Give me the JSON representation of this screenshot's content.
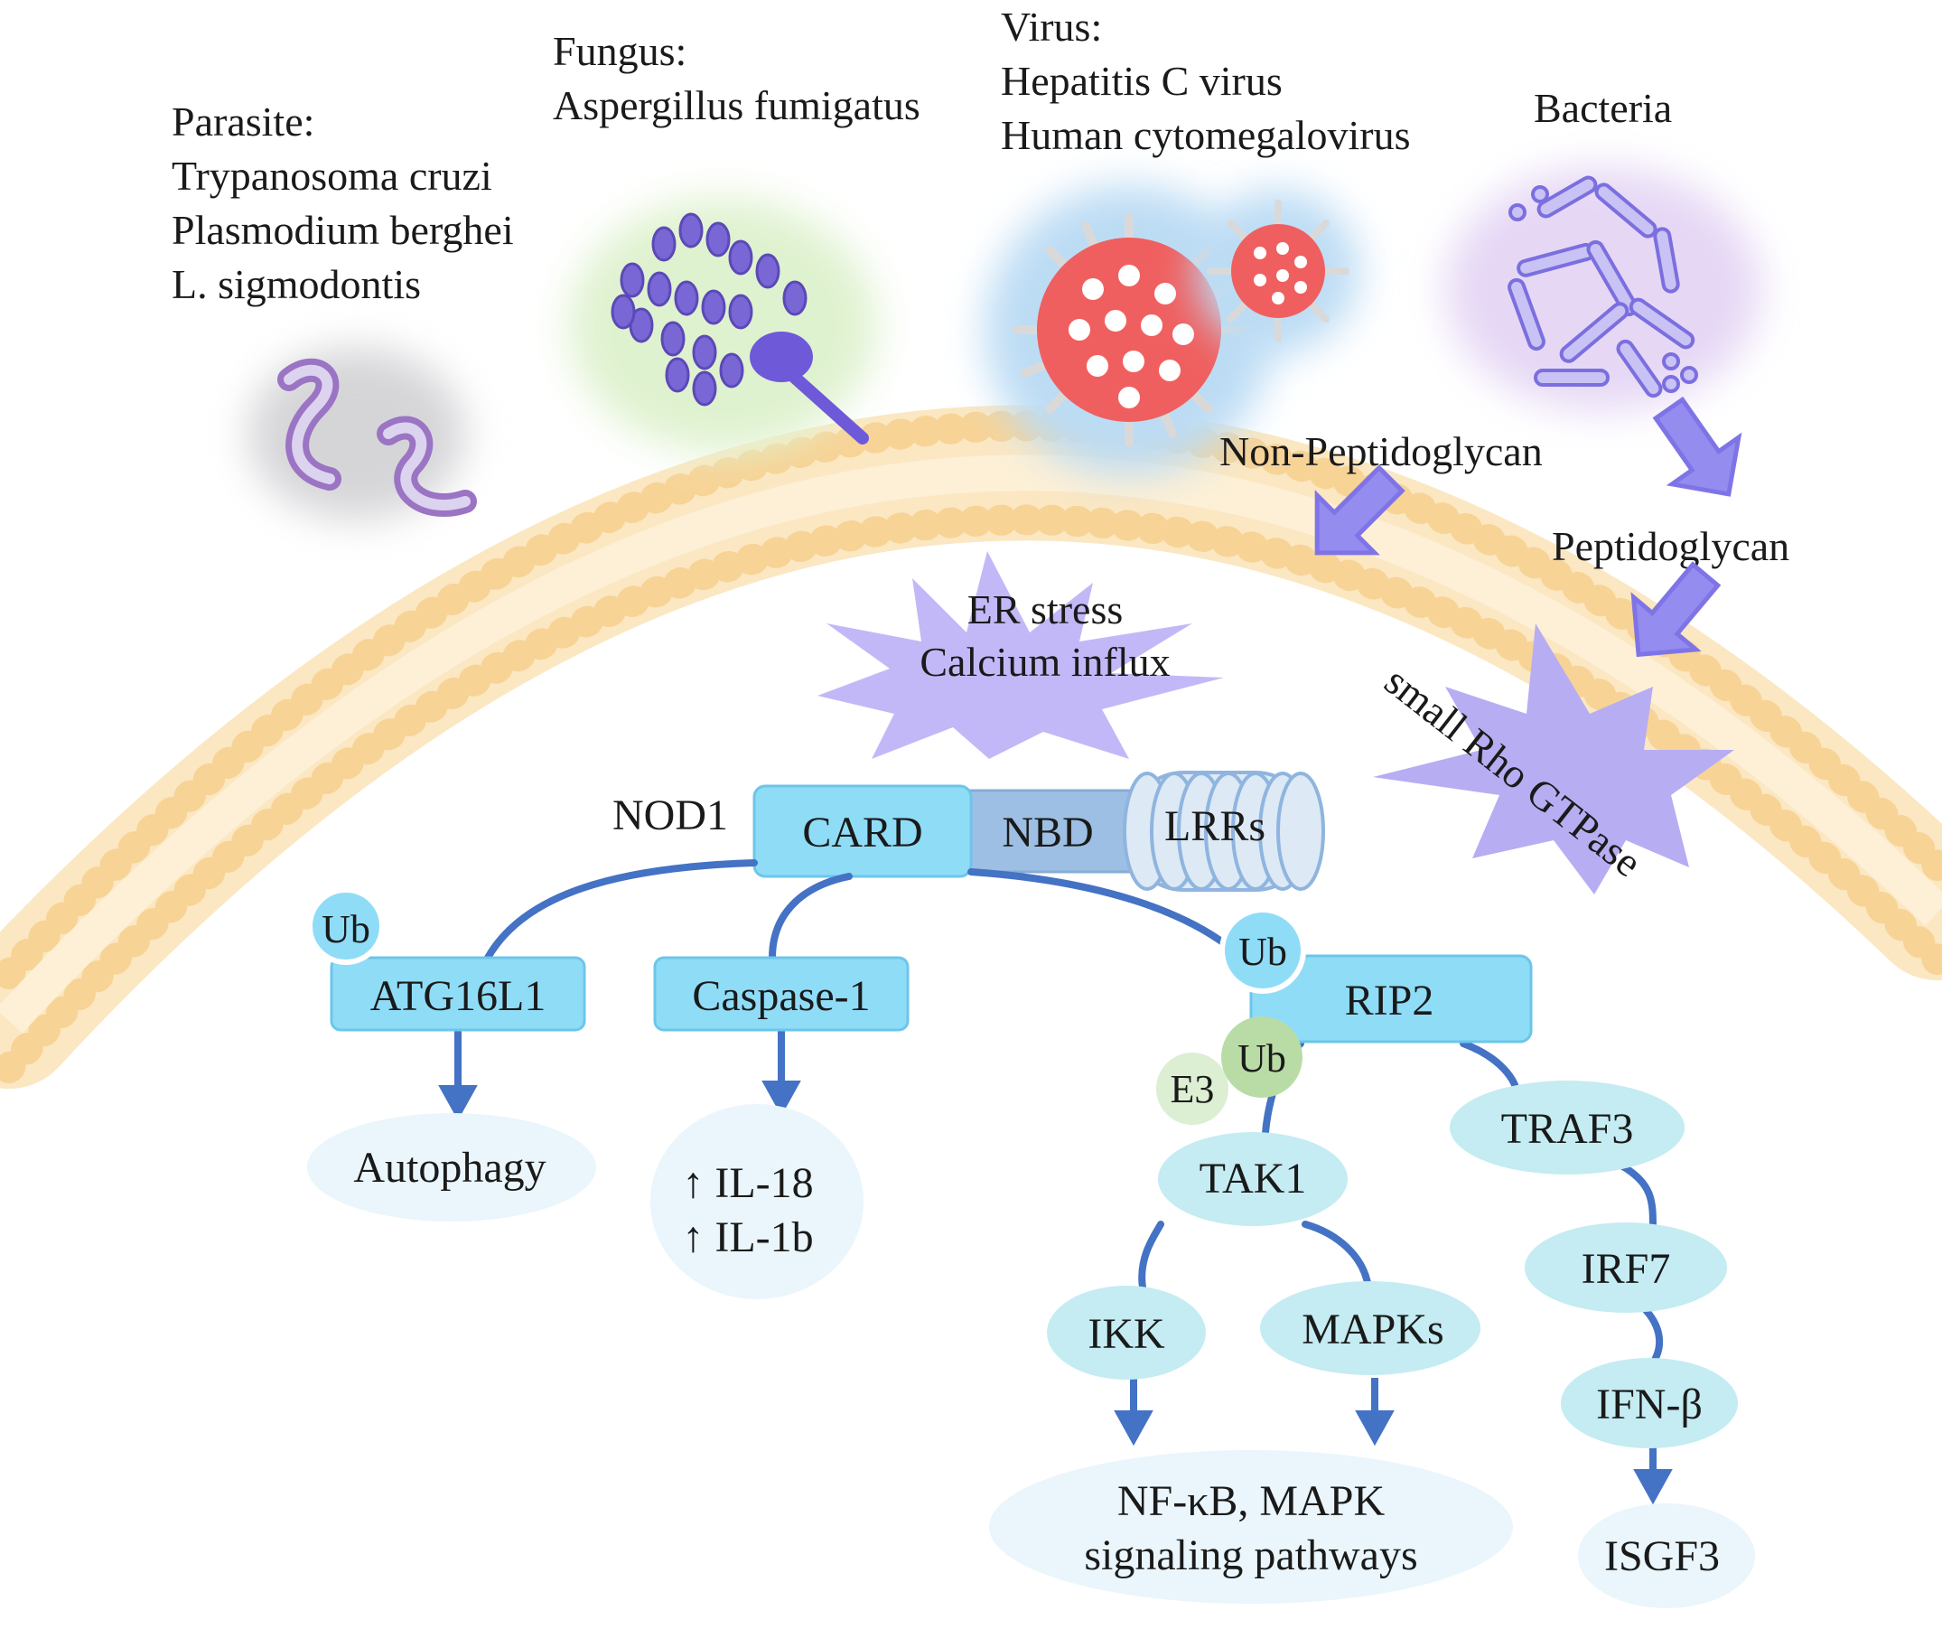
{
  "labels": {
    "parasite": [
      "Parasite:",
      "Trypanosoma cruzi",
      "Plasmodium berghei",
      "L. sigmodontis"
    ],
    "fungus": [
      "Fungus:",
      "Aspergillus fumigatus"
    ],
    "virus": [
      "Virus:",
      "Hepatitis C virus",
      "Human cytomegalovirus"
    ],
    "bacteria": "Bacteria",
    "non_peptidoglycan": "Non-Peptidoglycan",
    "peptidoglycan": "Peptidoglycan",
    "er_stress": [
      "ER stress",
      "Calcium influx"
    ],
    "rho": "small Rho GTPase"
  },
  "nod1": {
    "name": "NOD1",
    "domains": [
      "CARD",
      "NBD",
      "LRRs"
    ]
  },
  "nodes": {
    "ub1": "Ub",
    "atg16l1": "ATG16L1",
    "autophagy": "Autophagy",
    "caspase1": "Caspase-1",
    "il": [
      "↑ IL-18",
      "↑ IL-1b"
    ],
    "ub2": "Ub",
    "rip2": "RIP2",
    "ub3": "Ub",
    "e3": "E3",
    "tak1": "TAK1",
    "traf3": "TRAF3",
    "ikk": "IKK",
    "mapks": "MAPKs",
    "irf7": "IRF7",
    "ifnb": "IFN-β",
    "nfkb": [
      "NF-κB, MAPK",
      "signaling pathways"
    ],
    "isgf3": "ISGF3"
  },
  "colors": {
    "box_blue": "#8fdcf7",
    "box_stroke": "#6cc6ea",
    "nbd_blue": "#9dbfe3",
    "lrr_fill": "#dde9f4",
    "ellipse_teal": "#c4ecf2",
    "ellipse_pale": "#eaf6fb",
    "line_blue": "#4472c4",
    "membrane": "#f8d9a0",
    "membrane_dot": "#f4c486",
    "burst": "#c3b8f7",
    "arrow_purple": "#8f86ee",
    "ub_green": "#b9dca6",
    "e3_green": "#dcefd3"
  }
}
